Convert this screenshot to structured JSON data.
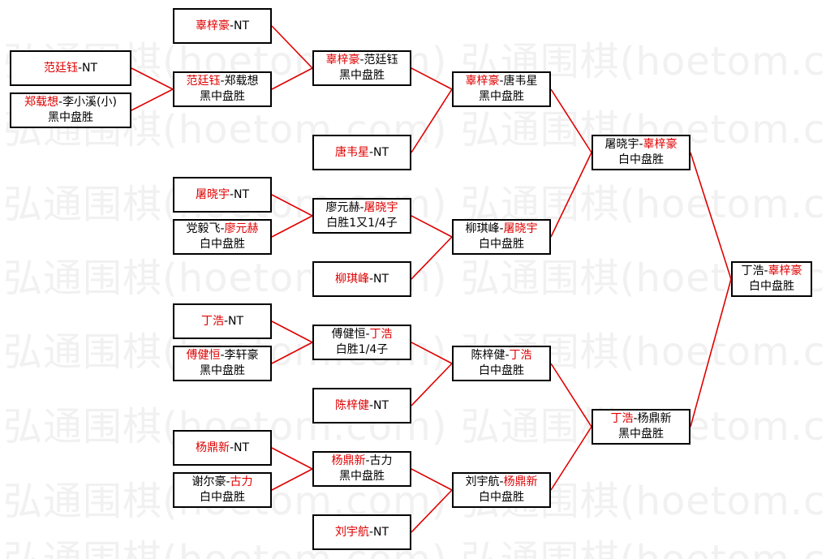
{
  "watermark": "弘通围棋(hoetom.com) 弘通围棋(hoetom.com)",
  "accent_color": "#e00000",
  "line_color": "#e00000",
  "nodes": [
    {
      "id": "r1a",
      "p1": "范廷钰",
      "sep": "-",
      "p2": "NT",
      "winner": "p1",
      "result": ""
    },
    {
      "id": "r1b",
      "p1": "郑载想",
      "sep": "-",
      "p2": "李小溪(小)",
      "winner": "p1",
      "result": "黑中盘胜"
    },
    {
      "id": "r2a",
      "p1": "辜梓豪",
      "sep": "-",
      "p2": "NT",
      "winner": "p1",
      "result": ""
    },
    {
      "id": "r2b",
      "p1": "范廷钰",
      "sep": "-",
      "p2": "郑载想",
      "winner": "p1",
      "result": "黑中盘胜"
    },
    {
      "id": "r2c",
      "p1": "屠晓宇",
      "sep": "-",
      "p2": "NT",
      "winner": "p1",
      "result": ""
    },
    {
      "id": "r2d",
      "p1": "党毅飞",
      "sep": "-",
      "p2": "廖元赫",
      "winner": "p2",
      "result": "白中盘胜"
    },
    {
      "id": "r2e",
      "p1": "丁浩",
      "sep": "-",
      "p2": "NT",
      "winner": "p1",
      "result": ""
    },
    {
      "id": "r2f",
      "p1": "傅健恒",
      "sep": "-",
      "p2": "李轩豪",
      "winner": "p1",
      "result": "黑中盘胜"
    },
    {
      "id": "r2g",
      "p1": "杨鼎新",
      "sep": "-",
      "p2": "NT",
      "winner": "p1",
      "result": ""
    },
    {
      "id": "r2h",
      "p1": "谢尔豪",
      "sep": "-",
      "p2": "古力",
      "winner": "p2",
      "result": "白中盘胜"
    },
    {
      "id": "r3a",
      "p1": "辜梓豪",
      "sep": "-",
      "p2": "范廷钰",
      "winner": "p1",
      "result": "黑中盘胜"
    },
    {
      "id": "r3b",
      "p1": "唐韦星",
      "sep": "-",
      "p2": "NT",
      "winner": "p1",
      "result": ""
    },
    {
      "id": "r3c",
      "p1": "廖元赫",
      "sep": "-",
      "p2": "屠晓宇",
      "winner": "p2",
      "result": "白胜1又1/4子"
    },
    {
      "id": "r3d",
      "p1": "柳琪峰",
      "sep": "-",
      "p2": "NT",
      "winner": "p1",
      "result": ""
    },
    {
      "id": "r3e",
      "p1": "傅健恒",
      "sep": "-",
      "p2": "丁浩",
      "winner": "p2",
      "result": "白胜1/4子"
    },
    {
      "id": "r3f",
      "p1": "陈梓健",
      "sep": "-",
      "p2": "NT",
      "winner": "p1",
      "result": ""
    },
    {
      "id": "r3g",
      "p1": "杨鼎新",
      "sep": "-",
      "p2": "古力",
      "winner": "p1",
      "result": "黑中盘胜"
    },
    {
      "id": "r3h",
      "p1": "刘宇航",
      "sep": "-",
      "p2": "NT",
      "winner": "p1",
      "result": ""
    },
    {
      "id": "r4a",
      "p1": "辜梓豪",
      "sep": "-",
      "p2": "唐韦星",
      "winner": "p1",
      "result": "黑中盘胜"
    },
    {
      "id": "r4b",
      "p1": "柳琪峰",
      "sep": "-",
      "p2": "屠晓宇",
      "winner": "p2",
      "result": "白中盘胜"
    },
    {
      "id": "r4c",
      "p1": "陈梓健",
      "sep": "-",
      "p2": "丁浩",
      "winner": "p2",
      "result": "白中盘胜"
    },
    {
      "id": "r4d",
      "p1": "刘宇航",
      "sep": "-",
      "p2": "杨鼎新",
      "winner": "p2",
      "result": "白中盘胜"
    },
    {
      "id": "r5a",
      "p1": "屠晓宇",
      "sep": "-",
      "p2": "辜梓豪",
      "winner": "p2",
      "result": "白中盘胜"
    },
    {
      "id": "r5b",
      "p1": "丁浩",
      "sep": "-",
      "p2": "杨鼎新",
      "winner": "p1",
      "result": "黑中盘胜"
    },
    {
      "id": "r6",
      "p1": "丁浩",
      "sep": "-",
      "p2": "辜梓豪",
      "winner": "p2",
      "result": "白中盘胜"
    }
  ],
  "links": [
    [
      "r1a",
      "r2b"
    ],
    [
      "r1b",
      "r2b"
    ],
    [
      "r2a",
      "r3a"
    ],
    [
      "r2b",
      "r3a"
    ],
    [
      "r2c",
      "r3c"
    ],
    [
      "r2d",
      "r3c"
    ],
    [
      "r2e",
      "r3e"
    ],
    [
      "r2f",
      "r3e"
    ],
    [
      "r2g",
      "r3g"
    ],
    [
      "r2h",
      "r3g"
    ],
    [
      "r3a",
      "r4a"
    ],
    [
      "r3b",
      "r4a"
    ],
    [
      "r3c",
      "r4b"
    ],
    [
      "r3d",
      "r4b"
    ],
    [
      "r3e",
      "r4c"
    ],
    [
      "r3f",
      "r4c"
    ],
    [
      "r3g",
      "r4d"
    ],
    [
      "r3h",
      "r4d"
    ],
    [
      "r4a",
      "r5a"
    ],
    [
      "r4b",
      "r5a"
    ],
    [
      "r4c",
      "r5b"
    ],
    [
      "r4d",
      "r5b"
    ],
    [
      "r5a",
      "r6"
    ],
    [
      "r5b",
      "r6"
    ]
  ]
}
